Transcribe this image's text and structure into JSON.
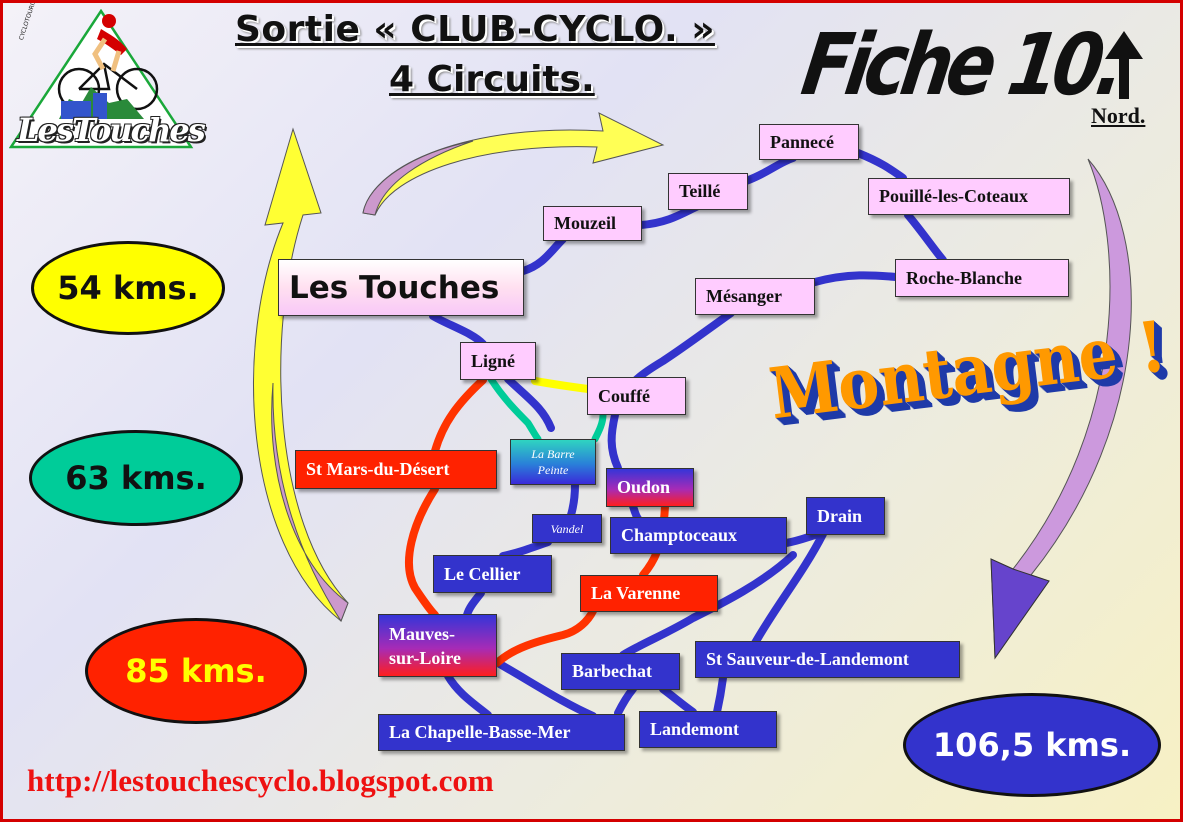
{
  "header": {
    "title_line1": "Sortie « CLUB-CYCLO. »",
    "title_line2": "4 Circuits.",
    "fiche": "Fiche 10.",
    "north_label": "Nord."
  },
  "logo": {
    "name": "LesTouches",
    "side_text": "CYCLOTOURISME"
  },
  "distances": [
    {
      "label": "54 kms.",
      "color": "#ffff00",
      "text_color": "#111111"
    },
    {
      "label": "63 kms.",
      "color": "#00cc99",
      "text_color": "#111111"
    },
    {
      "label": "85 kms.",
      "color": "#ff2200",
      "text_color": "#ffff00"
    },
    {
      "label": "106,5 kms.",
      "color": "#3333cc",
      "text_color": "#ffffff"
    }
  ],
  "places": {
    "les_touches": "Les Touches",
    "mouzeil": "Mouzeil",
    "teille": "Teillé",
    "pannece": "Pannecé",
    "pouille": "Pouillé-les-Coteaux",
    "roche_blanche": "Roche-Blanche",
    "mesanger": "Mésanger",
    "ligne": "Ligné",
    "couffe": "Couffé",
    "la_barre_peinte": "La Barre Peinte",
    "st_mars": "St Mars-du-Désert",
    "oudon": "Oudon",
    "vandel": "Vandel",
    "champtoceaux": "Champtoceaux",
    "drain": "Drain",
    "le_cellier": "Le Cellier",
    "la_varenne": "La Varenne",
    "mauves_line1": "Mauves-",
    "mauves_line2": "sur-Loire",
    "barbechat": "Barbechat",
    "st_sauveur": "St Sauveur-de-Landemont",
    "landemont": "Landemont",
    "la_chapelle": "La Chapelle-Basse-Mer"
  },
  "banner": "Montagne !",
  "website": "http://lestouchescyclo.blogspot.com",
  "route_colors": {
    "blue": "#3333cc",
    "yellow": "#ffff00",
    "teal": "#00cc99",
    "red": "#ff3300"
  }
}
